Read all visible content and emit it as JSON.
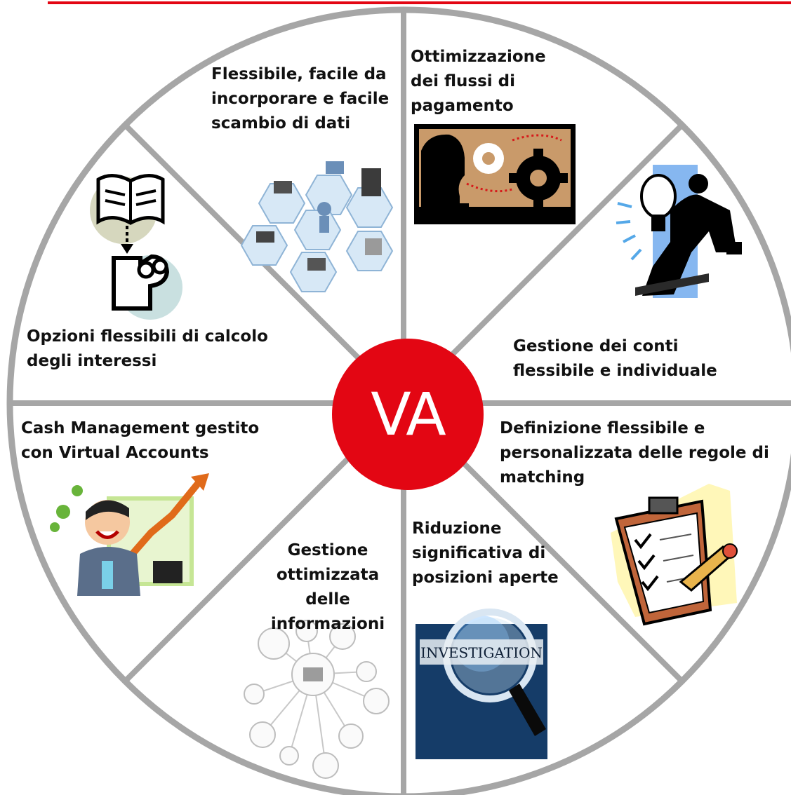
{
  "colors": {
    "accent_red": "#e30613",
    "wheel_border": "#a6a6a6",
    "text": "#111111"
  },
  "center": {
    "label": "VA"
  },
  "segments": [
    {
      "id": "data-exchange",
      "text": "Flessibile, facile da\nincorporare e facile\nscambio di dati",
      "icon": "network-devices-icon"
    },
    {
      "id": "payment-flows",
      "text": "Ottimizzazione\ndei flussi di\npagamento",
      "icon": "gears-head-icon"
    },
    {
      "id": "account-management",
      "text": "Gestione dei conti\nflessibile e individuale",
      "icon": "lightbulb-man-icon"
    },
    {
      "id": "matching-rules",
      "text": "Definizione flessibile e\npersonalizzata delle regole di\nmatching",
      "icon": "clipboard-checklist-icon"
    },
    {
      "id": "open-positions",
      "text": "Riduzione\nsignificativa di\nposizioni aperte",
      "icon": "investigation-magnifier-icon"
    },
    {
      "id": "information-management",
      "text": "Gestione\nottimizzata delle\ninformazioni",
      "icon": "information-network-icon"
    },
    {
      "id": "cash-management",
      "text": "Cash Management gestito\ncon Virtual Accounts",
      "icon": "businessman-chart-icon"
    },
    {
      "id": "interest-calculation",
      "text": "Opzioni flessibili di calcolo\ndegli interessi",
      "icon": "book-reader-icon"
    }
  ]
}
